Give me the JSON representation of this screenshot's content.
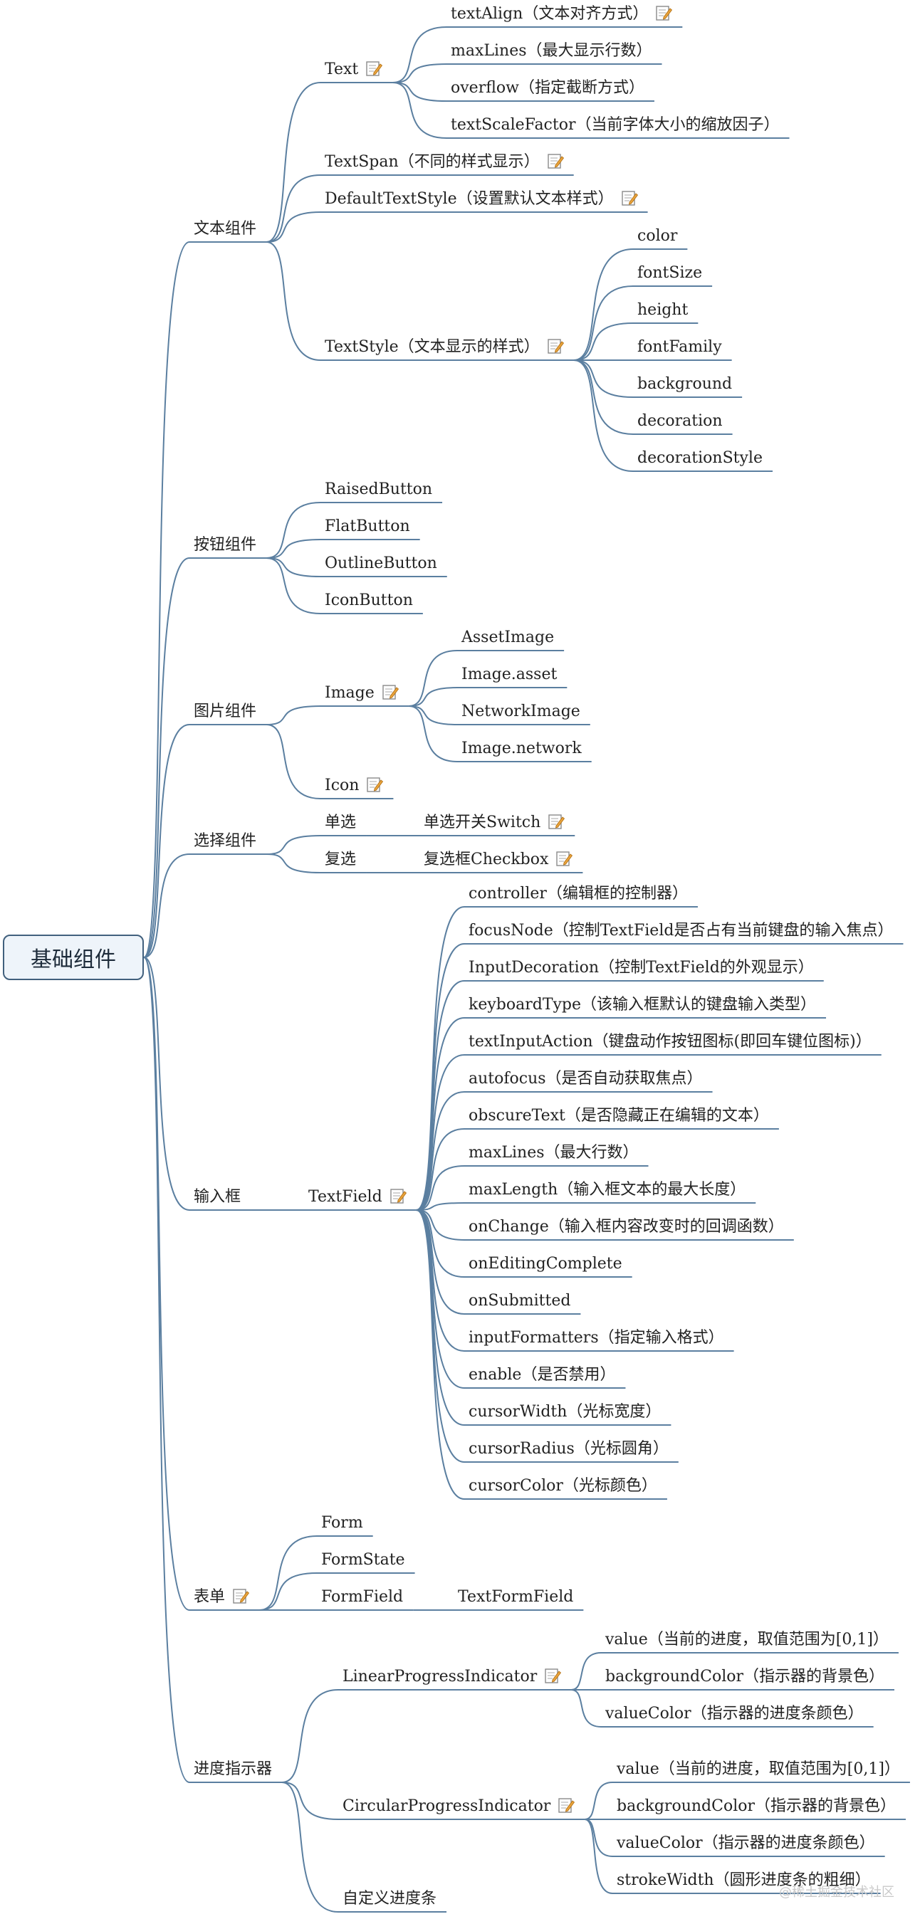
{
  "root": {
    "label": "基础组件"
  },
  "watermark": "@稀土掘金技术社区",
  "categories": [
    {
      "label": "文本组件",
      "children": [
        {
          "label": "Text",
          "note": true,
          "children": [
            {
              "label": "textAlign（文本对齐方式）",
              "note": true
            },
            {
              "label": "maxLines（最大显示行数）"
            },
            {
              "label": "overflow（指定截断方式）"
            },
            {
              "label": "textScaleFactor（当前字体大小的缩放因子）"
            }
          ]
        },
        {
          "label": "TextSpan（不同的样式显示）",
          "note": true
        },
        {
          "label": "DefaultTextStyle（设置默认文本样式）",
          "note": true
        },
        {
          "label": "TextStyle（文本显示的样式）",
          "note": true,
          "children": [
            {
              "label": "color"
            },
            {
              "label": "fontSize"
            },
            {
              "label": "height"
            },
            {
              "label": "fontFamily"
            },
            {
              "label": "background"
            },
            {
              "label": "decoration"
            },
            {
              "label": "decorationStyle"
            }
          ]
        }
      ]
    },
    {
      "label": "按钮组件",
      "children": [
        {
          "label": "RaisedButton"
        },
        {
          "label": "FlatButton"
        },
        {
          "label": "OutlineButton"
        },
        {
          "label": "IconButton"
        }
      ]
    },
    {
      "label": "图片组件",
      "children": [
        {
          "label": "Image",
          "note": true,
          "children": [
            {
              "label": "AssetImage"
            },
            {
              "label": "Image.asset"
            },
            {
              "label": "NetworkImage"
            },
            {
              "label": "Image.network"
            }
          ]
        },
        {
          "label": "Icon",
          "note": true
        }
      ]
    },
    {
      "label": "选择组件",
      "children": [
        {
          "label": "单选",
          "children": [
            {
              "label": "单选开关Switch",
              "note": true
            }
          ]
        },
        {
          "label": "复选",
          "children": [
            {
              "label": "复选框Checkbox",
              "note": true
            }
          ]
        }
      ]
    },
    {
      "label": "输入框",
      "children": [
        {
          "label": "TextField",
          "note": true,
          "children": [
            {
              "label": "controller（编辑框的控制器）"
            },
            {
              "label": "focusNode（控制TextField是否占有当前键盘的输入焦点）"
            },
            {
              "label": "InputDecoration（控制TextField的外观显示）"
            },
            {
              "label": "keyboardType（该输入框默认的键盘输入类型）"
            },
            {
              "label": "textInputAction（键盘动作按钮图标(即回车键位图标)）"
            },
            {
              "label": "autofocus（是否自动获取焦点）"
            },
            {
              "label": "obscureText（是否隐藏正在编辑的文本）"
            },
            {
              "label": "maxLines（最大行数）"
            },
            {
              "label": "maxLength（输入框文本的最大长度）"
            },
            {
              "label": "onChange（输入框内容改变时的回调函数）"
            },
            {
              "label": "onEditingComplete"
            },
            {
              "label": "onSubmitted"
            },
            {
              "label": "inputFormatters（指定输入格式）"
            },
            {
              "label": "enable（是否禁用）"
            },
            {
              "label": "cursorWidth（光标宽度）"
            },
            {
              "label": "cursorRadius（光标圆角）"
            },
            {
              "label": "cursorColor（光标颜色）"
            }
          ]
        }
      ]
    },
    {
      "label": "表单",
      "note": true,
      "children": [
        {
          "label": "Form"
        },
        {
          "label": "FormState"
        },
        {
          "label": "FormField",
          "children": [
            {
              "label": "TextFormField"
            }
          ]
        }
      ]
    },
    {
      "label": "进度指示器",
      "children": [
        {
          "label": "LinearProgressIndicator",
          "note": true,
          "children": [
            {
              "label": "value（当前的进度，取值范围为[0,1]）"
            },
            {
              "label": "backgroundColor（指示器的背景色）"
            },
            {
              "label": "valueColor（指示器的进度条颜色）"
            }
          ]
        },
        {
          "label": "CircularProgressIndicator",
          "note": true,
          "children": [
            {
              "label": "value（当前的进度，取值范围为[0,1]）"
            },
            {
              "label": "backgroundColor（指示器的背景色）"
            },
            {
              "label": "valueColor（指示器的进度条颜色）"
            },
            {
              "label": "strokeWidth（圆形进度条的粗细）"
            }
          ]
        },
        {
          "label": "自定义进度条"
        }
      ]
    }
  ],
  "colors": {
    "line": "#5b7fa0",
    "text": "#222222",
    "note": "#e8a33c"
  }
}
